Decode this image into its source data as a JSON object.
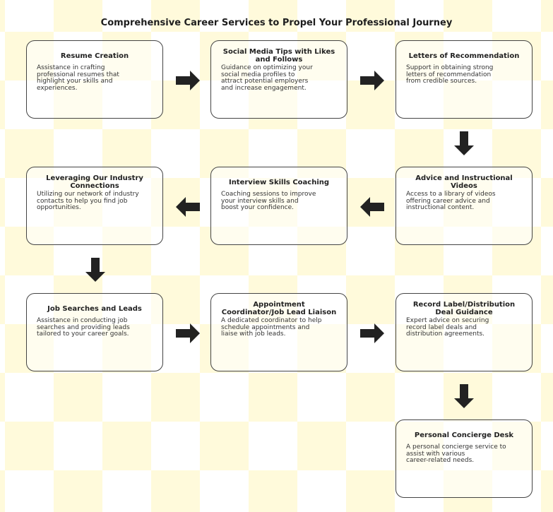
{
  "title": "Comprehensive Career Services to Propel Your Professional Journey",
  "steps": [
    {
      "title": "Resume Creation",
      "desc": "Assistance in crafting\nprofessional resumes that\nhighlight your skills and\nexperiences."
    },
    {
      "title": "Social Media Tips with Likes and Follows",
      "desc": "Guidance on optimizing your\nsocial media profiles to\nattract potential employers\nand increase engagement."
    },
    {
      "title": "Letters of Recommendation",
      "desc": "Support in obtaining strong\nletters of recommendation\nfrom credible sources."
    },
    {
      "title": "Advice and Instructional Videos",
      "desc": "Access to a library of videos\noffering career advice and\ninstructional content."
    },
    {
      "title": "Interview Skills Coaching",
      "desc": "Coaching sessions to improve\nyour interview skills and\nboost your confidence."
    },
    {
      "title": "Leveraging Our Industry Connections",
      "desc": "Utilizing our network of industry\ncontacts to help you find job\nopportunities."
    },
    {
      "title": "Job Searches and Leads",
      "desc": "Assistance in conducting job\nsearches and providing leads\ntailored to your career goals."
    },
    {
      "title": "Appointment Coordinator/Job Lead Liaison",
      "desc": "A dedicated coordinator to help\nschedule appointments and\nliaise with job leads."
    },
    {
      "title": "Record Label/Distribution Deal Guidance",
      "desc": "Expert advice on securing\nrecord label deals and\ndistribution agreements."
    },
    {
      "title": "Personal Concierge Desk",
      "desc": "A personal concierge service to\nassist with various\ncareer-related needs."
    }
  ],
  "colors": {
    "arrow": "#222222",
    "border": "#444444",
    "checker": "#fffadb"
  }
}
